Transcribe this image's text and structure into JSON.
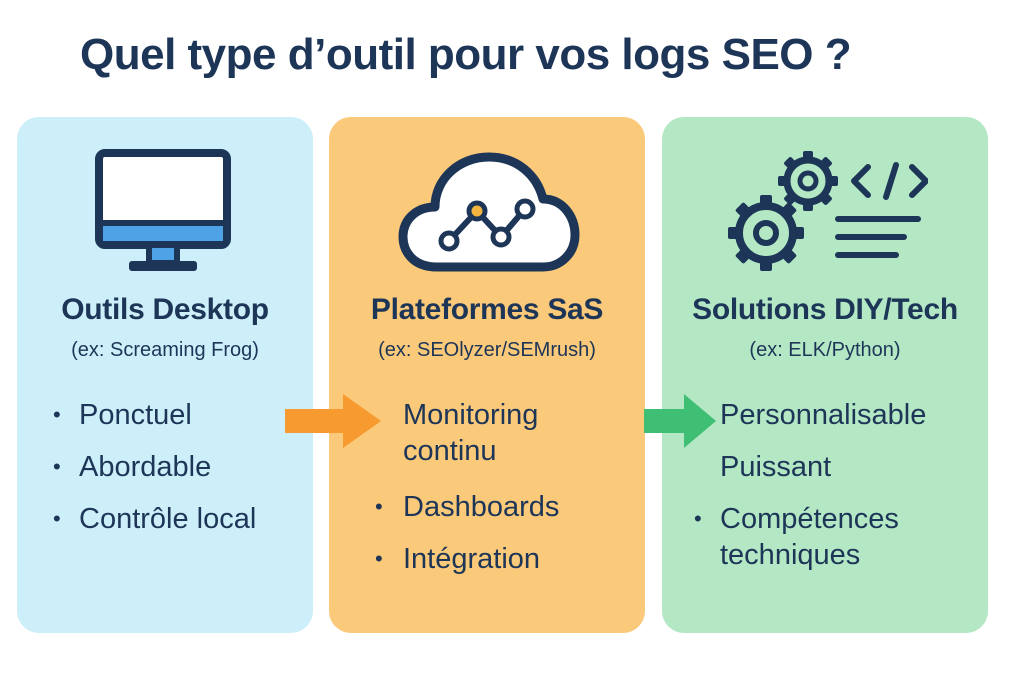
{
  "title": "Quel type d’outil pour vos logs SEO ?",
  "colors": {
    "text": "#1d3557",
    "desktop_bg": "#cdeffa",
    "saas_bg": "#fbc97a",
    "diy_bg": "#b4e8c4",
    "arrow_orange": "#f79a2f",
    "arrow_green": "#3fbf73",
    "screen_blue": "#4da3e6",
    "node_yellow": "#f2b640"
  },
  "cards": [
    {
      "title": "Outils Desktop",
      "subtitle": "(ex: Screaming Frog)",
      "icon": "desktop-monitor-icon",
      "features": [
        "Ponctuel",
        "Abordable",
        "Contrôle local"
      ]
    },
    {
      "title": "Plateformes SaS",
      "subtitle": "(ex: SEOlyzer/SEMrush)",
      "icon": "cloud-chart-icon",
      "features": [
        "Monitoring",
        "continu",
        "Dashboards",
        "Intégration"
      ]
    },
    {
      "title": "Solutions DIY/Tech",
      "subtitle": "(ex: ELK/Python)",
      "icon": "gears-code-icon",
      "features": [
        "Personnalisable",
        "Puissant",
        "Compétences",
        "techniques"
      ]
    }
  ],
  "arrows": [
    "arrow-right-icon",
    "arrow-right-icon"
  ]
}
